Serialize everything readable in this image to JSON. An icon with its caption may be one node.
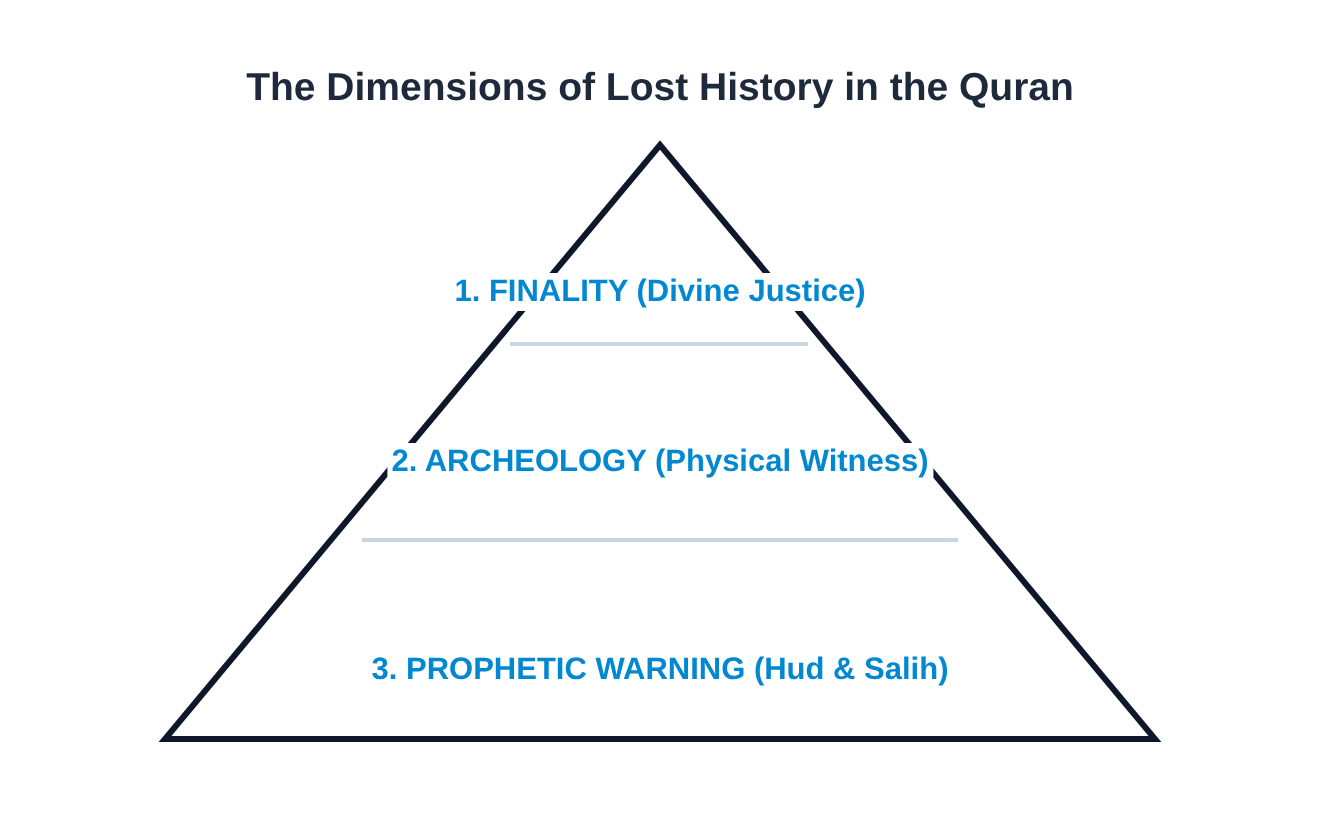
{
  "diagram": {
    "title": "The Dimensions of Lost History in the Quran",
    "nodes": [
      {
        "text": [
          "1. FINALITY (Divine Justice)",
          "2. ARCHEOLOGY (Physical Witness)",
          "3. PROPHETIC WARNING (Hud & Salih)"
        ]
      }
    ],
    "edges": []
  }
}
